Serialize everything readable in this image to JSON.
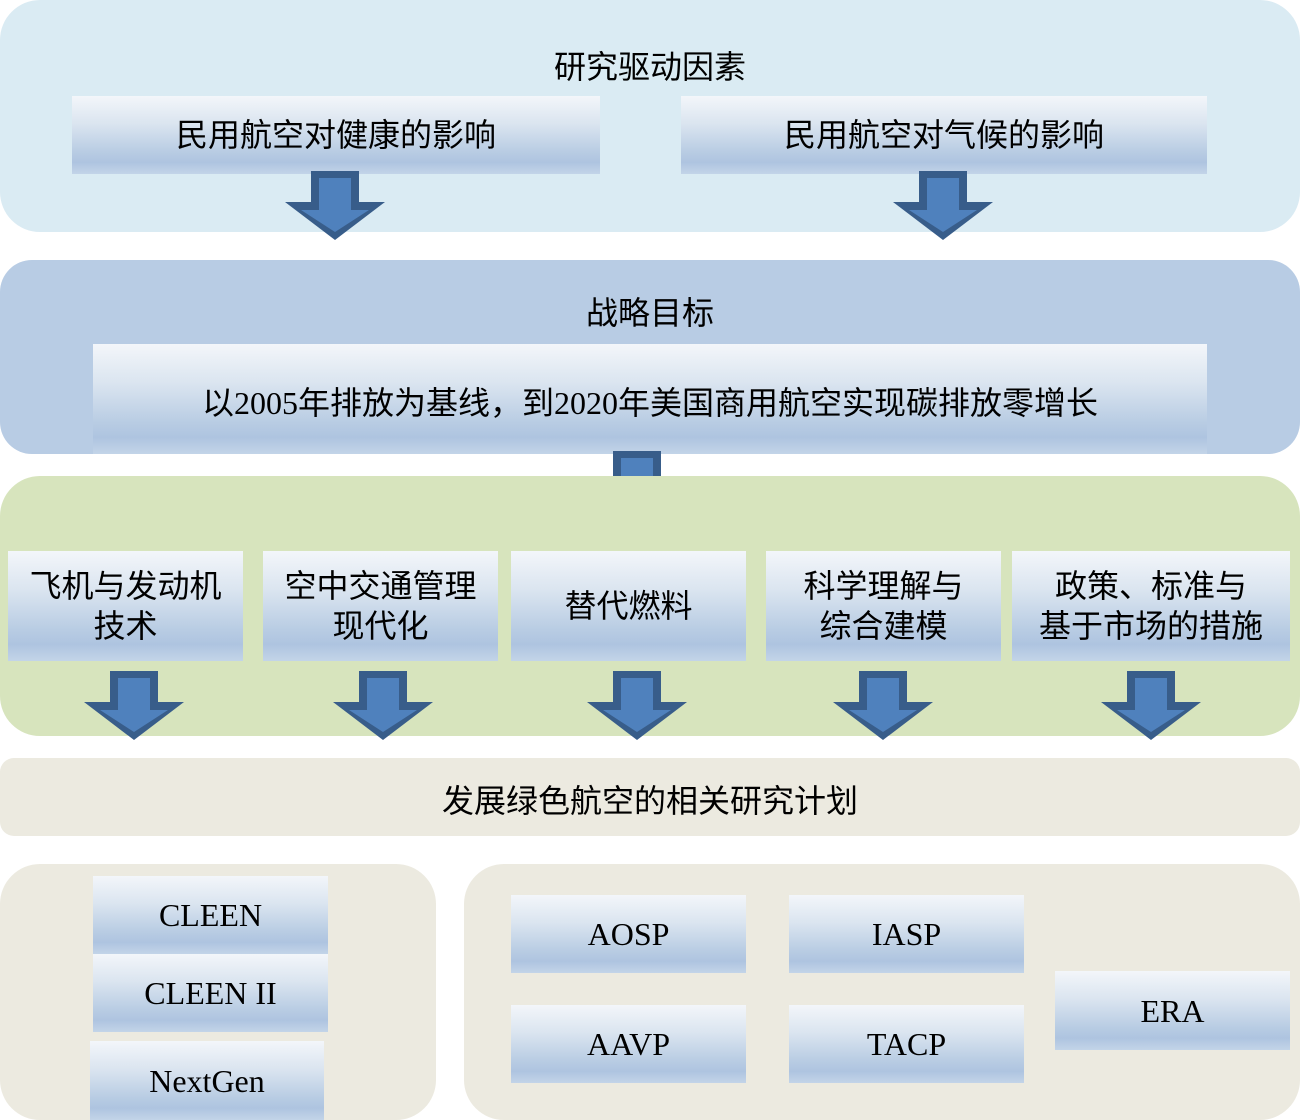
{
  "drivers": {
    "title": "研究驱动因素",
    "items": [
      "民用航空对健康的影响",
      "民用航空对气候的影响"
    ]
  },
  "goal": {
    "title": "战略目标",
    "statement": "以2005年排放为基线，到2020年美国商用航空实现碳排放零增长"
  },
  "areas": {
    "items": [
      {
        "line1": "飞机与发动机",
        "line2": "技术"
      },
      {
        "line1": "空中交通管理",
        "line2": "现代化"
      },
      {
        "line1": "替代燃料",
        "line2": ""
      },
      {
        "line1": "科学理解与",
        "line2": "综合建模"
      },
      {
        "line1": "政策、标准与",
        "line2": "基于市场的措施"
      }
    ]
  },
  "programs": {
    "title": "发展绿色航空的相关研究计划",
    "left_group": [
      "CLEEN",
      "CLEEN II",
      "NextGen"
    ],
    "right_group": [
      "AOSP",
      "IASP",
      "AAVP",
      "TACP",
      "ERA"
    ]
  },
  "colors": {
    "drivers_panel": "#daebf3",
    "goal_panel": "#b8cce4",
    "areas_panel": "#d7e4bd",
    "programs_panel": "#eceae0",
    "arrow_fill": "#4f81bd",
    "arrow_border": "#385d8a"
  }
}
